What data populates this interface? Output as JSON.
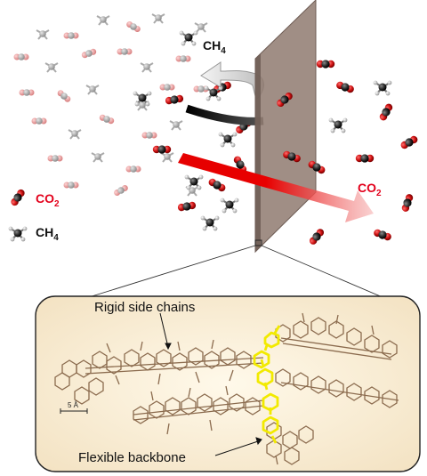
{
  "labels": {
    "ch4_top": "CH",
    "co2_right": "CO",
    "co2_legend": "CO",
    "ch4_legend": "CH",
    "sub_2": "2",
    "sub_4": "4",
    "rigid_side_chains": "Rigid side chains",
    "flexible_backbone": "Flexible backbone",
    "scale_bar": "5 Å"
  },
  "colors": {
    "co2_accent": "#e3001b",
    "ch4_dark": "#222222",
    "membrane": "#8f7a70",
    "inset_bg": "#f8ecd2",
    "polymer_side": "#8b6b4e",
    "polymer_backbone": "#f2ea00"
  }
}
